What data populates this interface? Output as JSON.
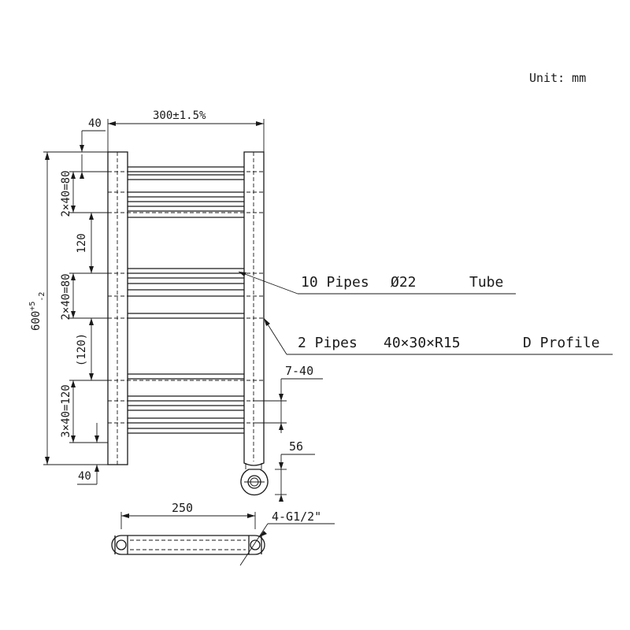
{
  "unit_label": "Unit: mm",
  "dimensions": {
    "width": "300±1.5%",
    "top_offset": "40",
    "bottom_offset": "40",
    "height_main": "600",
    "height_sup": "+5",
    "height_sub": "-2",
    "group1": "2×40=80",
    "gap1": "120",
    "group2": "2×40=80",
    "gap2": "(120)",
    "group3": "3×40=120",
    "valve_spacing": "7-40",
    "valve_depth": "56",
    "bracket_width": "250",
    "thread": "4-G1/2\""
  },
  "callouts": {
    "pipes": {
      "count_label": "10 Pipes",
      "size": "Ø22",
      "type": "Tube"
    },
    "profiles": {
      "count_label": "2 Pipes",
      "size": "40×30×R15",
      "type": "D Profile"
    }
  }
}
